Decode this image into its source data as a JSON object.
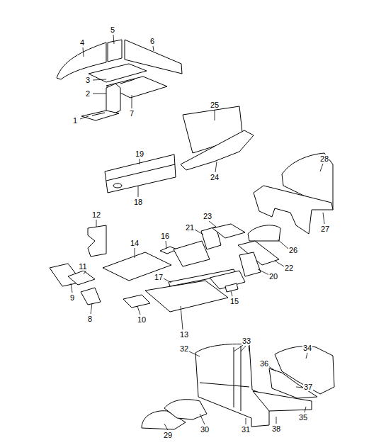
{
  "diagram": {
    "labels": [
      "1",
      "2",
      "3",
      "4",
      "5",
      "6",
      "7",
      "8",
      "9",
      "10",
      "11",
      "12",
      "13",
      "14",
      "15",
      "16",
      "17",
      "18",
      "19",
      "20",
      "21",
      "22",
      "23",
      "24",
      "25",
      "26",
      "27",
      "28",
      "29",
      "30",
      "31",
      "32",
      "33",
      "34",
      "35",
      "36",
      "37",
      "38"
    ]
  }
}
